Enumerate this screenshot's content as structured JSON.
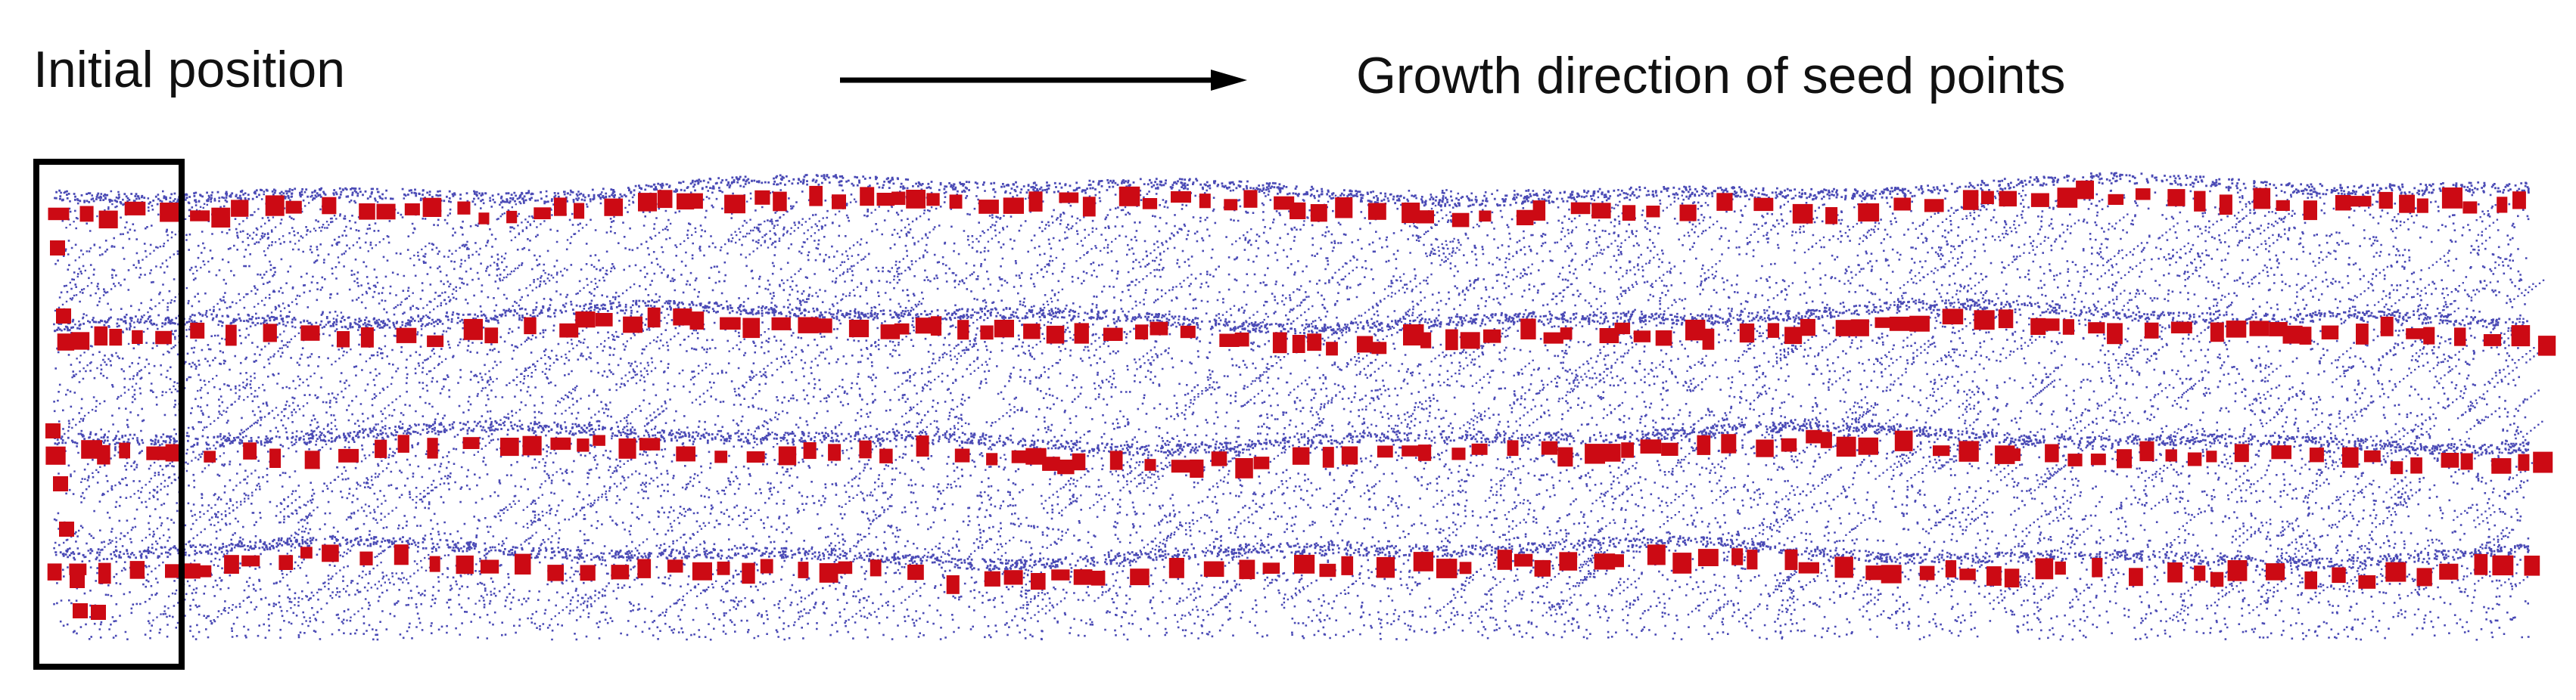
{
  "labels": {
    "initial_position": "Initial position",
    "growth_direction": "Growth direction of seed points"
  },
  "colors": {
    "point_cloud": "#2a2aa8",
    "seed_points": "#cc0a14",
    "box": "#000000",
    "arrow": "#000000"
  },
  "seed_rows": 4,
  "icons": {
    "arrow": "right-arrow-icon"
  }
}
